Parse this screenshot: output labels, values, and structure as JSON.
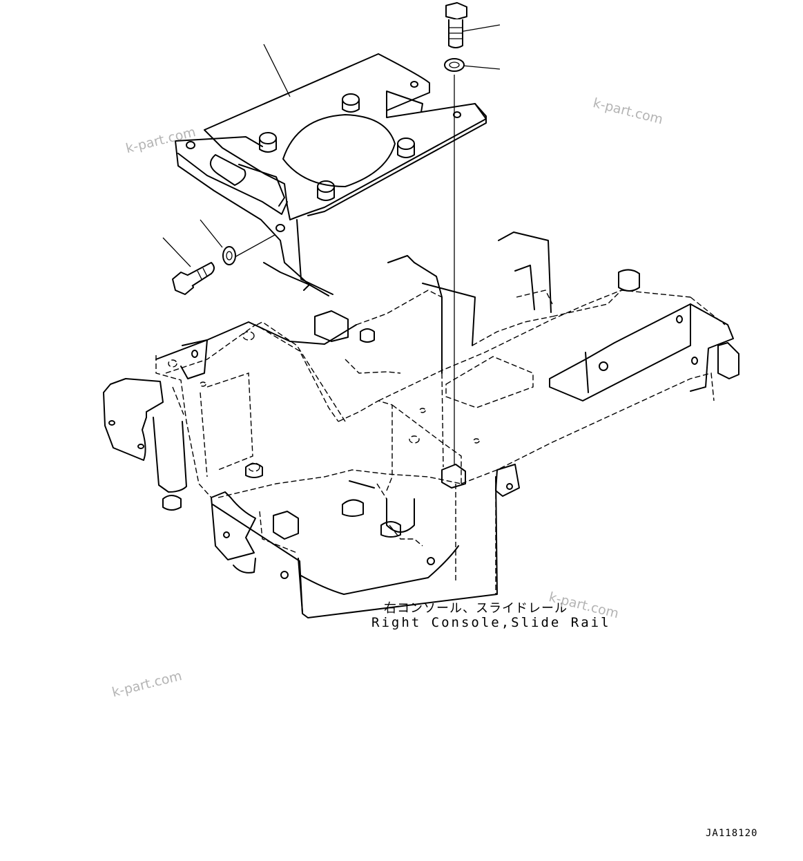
{
  "caption": {
    "japanese": "右コンソール、スライドレール",
    "english": "Right Console,Slide Rail"
  },
  "drawing_id": "JA118120",
  "watermarks": [
    "k-part.com",
    "k-part.com",
    "k-part.com",
    "k-part.com"
  ],
  "colors": {
    "line": "#000000",
    "background": "#ffffff",
    "watermark": "#b4b4b4"
  }
}
